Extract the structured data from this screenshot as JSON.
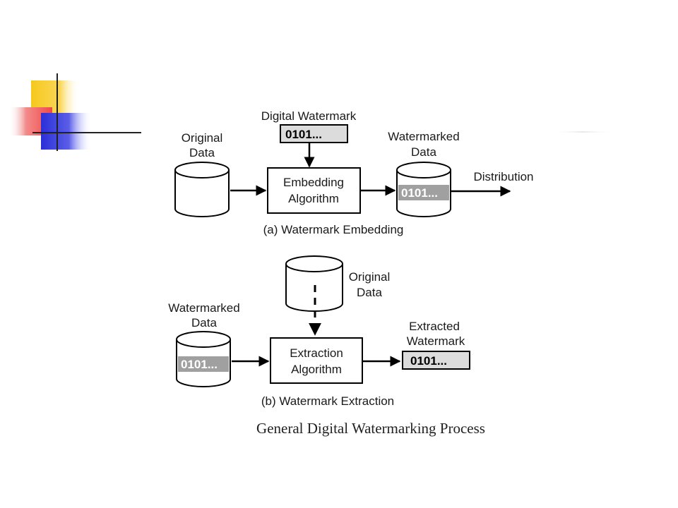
{
  "embedding": {
    "watermark_label": "Digital Watermark",
    "watermark_bits": "0101...",
    "original_line1": "Original",
    "original_line2": "Data",
    "algorithm_line1": "Embedding",
    "algorithm_line2": "Algorithm",
    "watermarked_line1": "Watermarked",
    "watermarked_line2": "Data",
    "cylinder_bits": "0101...",
    "distribution": "Distribution",
    "caption": "(a) Watermark Embedding"
  },
  "extraction": {
    "original_line1": "Original",
    "original_line2": "Data",
    "watermarked_line1": "Watermarked",
    "watermarked_line2": "Data",
    "cylinder_bits": "0101...",
    "algorithm_line1": "Extraction",
    "algorithm_line2": "Algorithm",
    "extracted_line1": "Extracted",
    "extracted_line2": "Watermark",
    "extracted_bits": "0101...",
    "caption": "(b) Watermark Extraction"
  },
  "title": "General Digital Watermarking Process",
  "colors": {
    "deco_yellow": "#f6c81c",
    "deco_red": "#f06060",
    "deco_blue": "#2b2fd8",
    "line": "#000000",
    "bits_fill": "#a0a0a0",
    "box_fill": "#dcdcdc"
  }
}
